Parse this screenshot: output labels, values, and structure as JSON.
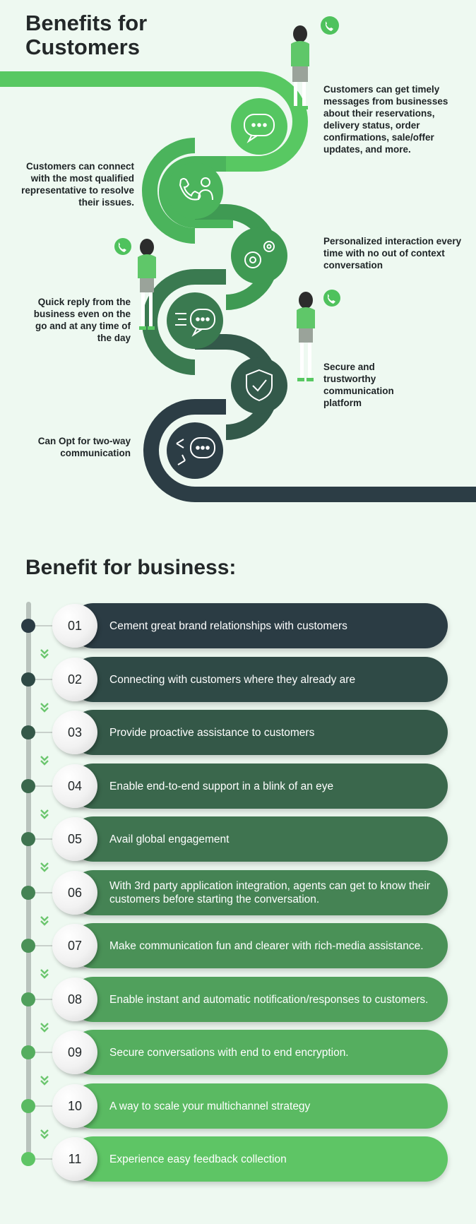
{
  "customers_section": {
    "title_line1": "Benefits for",
    "title_line2": "Customers",
    "benefits": [
      {
        "icon": "chat-bubble-icon",
        "text": "Customers can get timely messages from businesses about their reservations, delivery status, order confirmations, sale/offer updates, and more."
      },
      {
        "icon": "agents-phone-icon",
        "text": "Customers can connect with the most qualified representative to resolve their issues."
      },
      {
        "icon": "gears-icon",
        "text": "Personalized interaction every time with no out of context conversation"
      },
      {
        "icon": "fast-chat-icon",
        "text": "Quick reply from the business even on the go and at any time of the day"
      },
      {
        "icon": "shield-check-icon",
        "text": "Secure and trustworthy communication platform"
      },
      {
        "icon": "two-way-chat-icon",
        "text": "Can Opt for two-way communication"
      }
    ]
  },
  "business_section": {
    "title": "Benefit for business:",
    "items": [
      {
        "num": "01",
        "text": "Cement great brand relationships with customers",
        "color": "#2b3c44"
      },
      {
        "num": "02",
        "text": "Connecting with customers where they already are",
        "color": "#2f4a46"
      },
      {
        "num": "03",
        "text": "Provide proactive assistance to customers",
        "color": "#345848"
      },
      {
        "num": "04",
        "text": "Enable end-to-end support in a blink of an eye",
        "color": "#3a674c"
      },
      {
        "num": "05",
        "text": "Avail global engagement",
        "color": "#3f7450"
      },
      {
        "num": "06",
        "text": "With 3rd party application integration, agents can get to know their customers before starting the conversation.",
        "color": "#458354"
      },
      {
        "num": "07",
        "text": "Make communication fun and clearer with rich-media assistance.",
        "color": "#4a9157"
      },
      {
        "num": "08",
        "text": "Enable instant and automatic notification/responses to customers.",
        "color": "#50a05c"
      },
      {
        "num": "09",
        "text": "Secure conversations with end to end encryption.",
        "color": "#55ae5f"
      },
      {
        "num": "10",
        "text": "A way to scale your multichannel strategy",
        "color": "#5aba62"
      },
      {
        "num": "11",
        "text": "Experience easy feedback collection",
        "color": "#5ec565"
      }
    ],
    "chevron_color": "#6cc66f"
  }
}
